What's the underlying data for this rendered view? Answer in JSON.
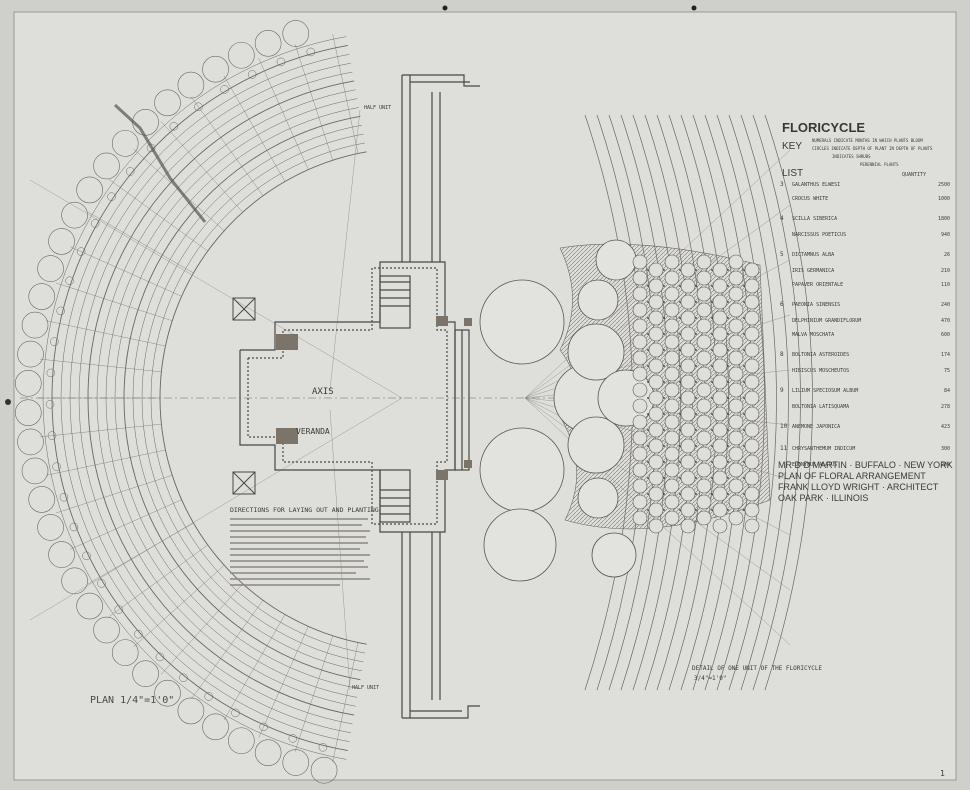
{
  "sheet": {
    "title": "FLORICYCLE",
    "key_heading": "KEY",
    "key_line1": "NUMERALS INDICATE MONTHS IN WHICH PLANTS BLOOM",
    "key_line2": "CIRCLES INDICATE DEPTH OF PLANT IN DEPTH OF PLANTS",
    "key_line3": "INDICATES SHRUBS",
    "key_line4": "PERENNIAL PLANTS",
    "list_heading": "LIST",
    "quantity_heading": "QUANTITY",
    "plan_scale": "PLAN 1/4\"=1'0\"",
    "axis_label": "AXIS",
    "veranda_label": "VERANDA",
    "half_unit_label": "HALF UNIT",
    "detail_caption": "DETAIL OF ONE UNIT OF THE FLORICYCLE",
    "detail_scale": "3/4\"=1'0\"",
    "directions_heading": "DIRECTIONS FOR LAYING OUT AND PLANTING",
    "client_line": "MR D D MARTIN · BUFFALO · NEW YORK",
    "plan_line": "PLAN OF FLORAL ARRANGEMENT",
    "architect_line": "FRANK LLOYD WRIGHT · ARCHITECT",
    "location_line": "OAK PARK · ILLINOIS",
    "corner_mark": "1"
  },
  "plant_list": [
    {
      "month": "3",
      "item": "GALANTHUS ELWESI",
      "qty": "2500"
    },
    {
      "month": "",
      "item": "CROCUS WHITE",
      "qty": "1000"
    },
    {
      "month": "4",
      "item": "SCILLA SIBERICA",
      "qty": "1800"
    },
    {
      "month": "",
      "item": "NARCISSUS POETICUS",
      "qty": "940"
    },
    {
      "month": "5",
      "item": "DICTAMNUS ALBA",
      "qty": "26"
    },
    {
      "month": "",
      "item": "IRIS GERMANICA",
      "qty": "210"
    },
    {
      "month": "",
      "item": "PAPAVER ORIENTALE",
      "qty": "110"
    },
    {
      "month": "6",
      "item": "PAEONIA SINENSIS",
      "qty": "240"
    },
    {
      "month": "",
      "item": "DELPHINIUM GRANDIFLORUM",
      "qty": "470"
    },
    {
      "month": "",
      "item": "MALVA MOSCHATA",
      "qty": "600"
    },
    {
      "month": "8",
      "item": "BOLTONIA ASTEROIDES",
      "qty": "174"
    },
    {
      "month": "",
      "item": "HIBISCUS MOSCHEUTOS",
      "qty": "75"
    },
    {
      "month": "9",
      "item": "LILIUM SPECIOSUM ALBUM",
      "qty": "84"
    },
    {
      "month": "",
      "item": "BOLTONIA LATISQUAMA",
      "qty": "278"
    },
    {
      "month": "10",
      "item": "ANEMONE JAPONICA",
      "qty": "423"
    },
    {
      "month": "11",
      "item": "CHRYSANTHEMUM INDICUM",
      "qty": "300"
    },
    {
      "month": "",
      "item": "EUONYMUS ALATUS",
      "qty": "200"
    }
  ]
}
